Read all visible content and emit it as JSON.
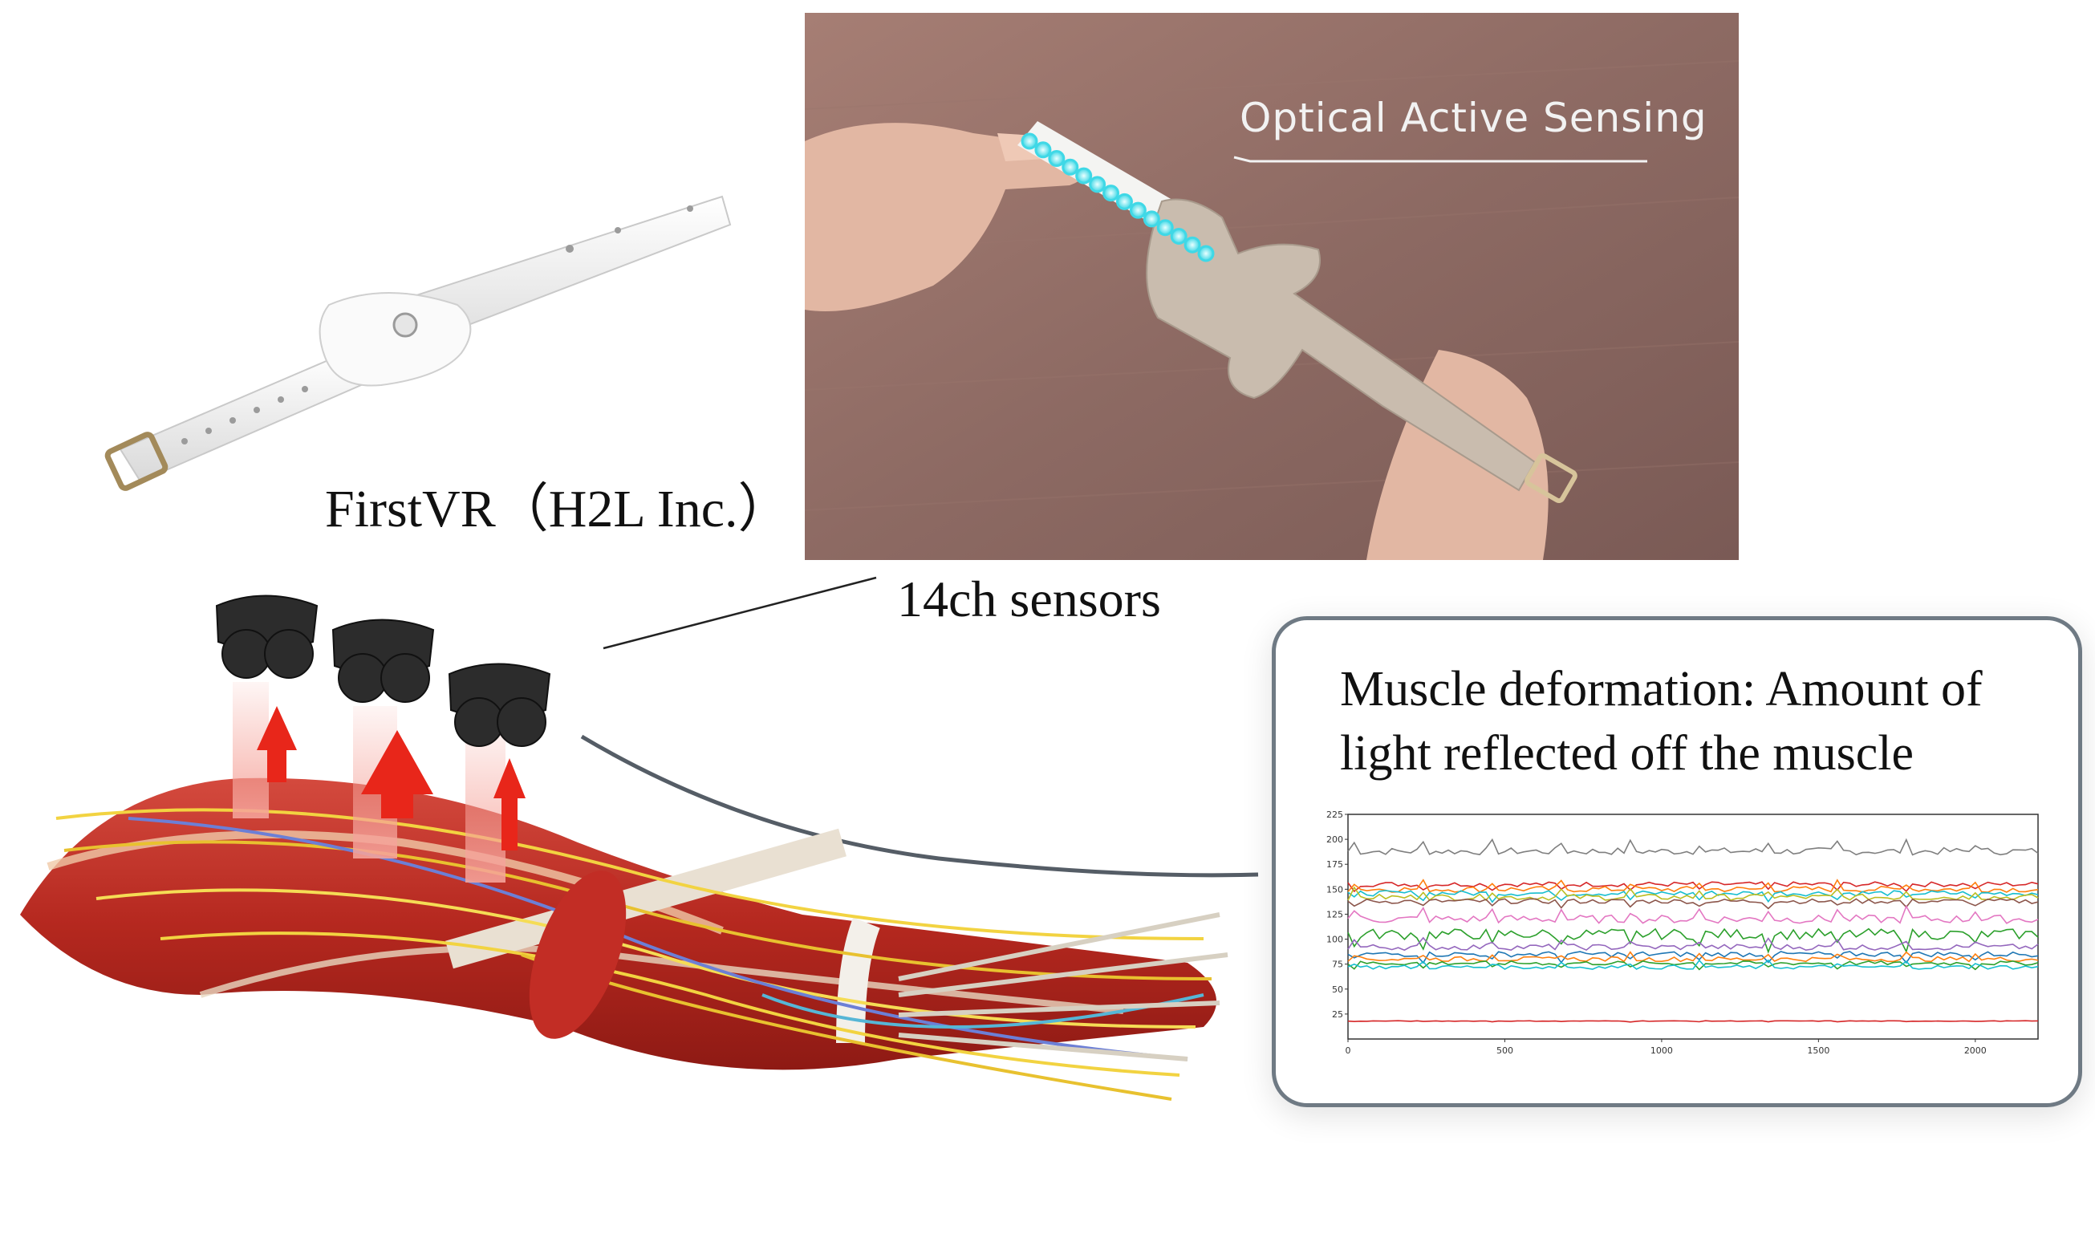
{
  "product": {
    "label": "FirstVR（H2L Inc.）"
  },
  "photo": {
    "caption": "Optical Active Sensing",
    "led_count": 14,
    "led_color": "#3fd8e6"
  },
  "sensors": {
    "label": "14ch sensors",
    "arrow_color": "#e8261a"
  },
  "callout": {
    "title": "Muscle deformation: Amount of light reflected off the muscle",
    "border_color": "#6f7a84"
  },
  "chart_data": {
    "type": "line",
    "xlim": [
      0,
      2200
    ],
    "ylim": [
      0,
      225
    ],
    "xticks": [
      0,
      500,
      1000,
      1500,
      2000
    ],
    "yticks": [
      25,
      50,
      75,
      100,
      125,
      150,
      175,
      200,
      225
    ],
    "grid": false,
    "series": [
      {
        "level": 188,
        "amp": 12,
        "color": "#7f7f7f"
      },
      {
        "level": 155,
        "amp": 8,
        "color": "#d62728"
      },
      {
        "level": 150,
        "amp": 10,
        "color": "#ff7f0e"
      },
      {
        "level": 146,
        "amp": 9,
        "color": "#17becf"
      },
      {
        "level": 142,
        "amp": 10,
        "color": "#bcbd22"
      },
      {
        "level": 138,
        "amp": 8,
        "color": "#8c564b"
      },
      {
        "level": 120,
        "amp": 14,
        "color": "#e377c2"
      },
      {
        "level": 105,
        "amp": 18,
        "color": "#2ca02c"
      },
      {
        "level": 92,
        "amp": 10,
        "color": "#9467bd"
      },
      {
        "level": 85,
        "amp": 9,
        "color": "#1f77b4"
      },
      {
        "level": 80,
        "amp": 8,
        "color": "#ff7f0e"
      },
      {
        "level": 76,
        "amp": 7,
        "color": "#2ca02c"
      },
      {
        "level": 72,
        "amp": 7,
        "color": "#17becf"
      },
      {
        "level": 18,
        "amp": 1,
        "color": "#d62728"
      }
    ]
  }
}
